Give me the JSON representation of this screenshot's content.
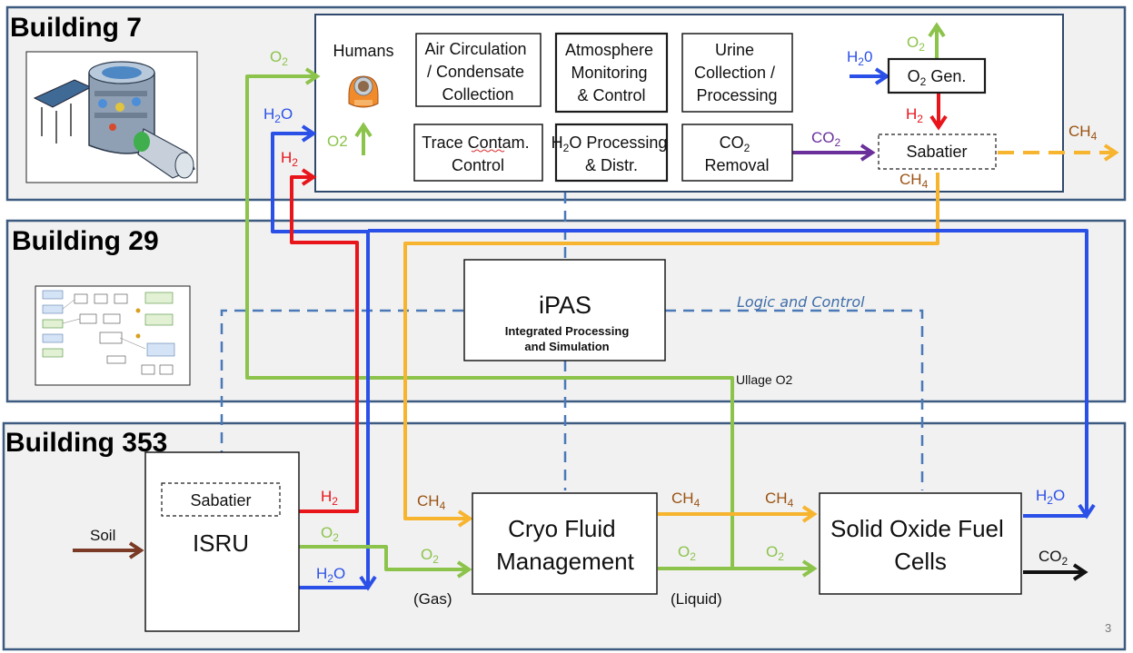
{
  "buildings": {
    "b7": "Building 7",
    "b29": "Building 29",
    "b353": "Building 353"
  },
  "humans": {
    "label": "Humans",
    "o2_label": "O2"
  },
  "systems": {
    "air": [
      "Air Circulation",
      "/ Condensate",
      "Collection"
    ],
    "atmo": [
      "Atmosphere",
      "Monitoring",
      "& Control"
    ],
    "urine": [
      "Urine",
      "Collection /",
      "Processing"
    ],
    "trace": [
      "Trace Contam.",
      "Control"
    ],
    "h2o_proc": [
      "H",
      "2",
      "O Processing",
      "& Distr."
    ],
    "co2": [
      "CO",
      "2",
      "Removal"
    ]
  },
  "o2gen": {
    "pre": "O",
    "sub": "2",
    "post": " Gen."
  },
  "sabatier": "Sabatier",
  "ipas": {
    "title": "iPAS",
    "sub1": "Integrated Processing",
    "sub2": "and Simulation"
  },
  "logic_control": "Logic and Control",
  "ullage": "Ullage O2",
  "isru": {
    "title": "ISRU",
    "sabatier": "Sabatier"
  },
  "soil": "Soil",
  "cryo": [
    "Cryo Fluid",
    "Management"
  ],
  "sofc": [
    "Solid Oxide Fuel",
    "Cells"
  ],
  "gas": "(Gas)",
  "liquid": "(Liquid)",
  "page_number": "3",
  "species": {
    "o2": {
      "base": "O",
      "sub": "2"
    },
    "h2o": {
      "base": "H",
      "sub": "2",
      "tail": "O"
    },
    "h2": {
      "base": "H",
      "sub": "2"
    },
    "co2": {
      "base": "CO",
      "sub": "2"
    },
    "ch4": {
      "base": "CH",
      "sub": "4"
    },
    "h20": {
      "base": "H",
      "sub": "2",
      "tail": "0"
    }
  },
  "colors": {
    "o2": "#8cc34b",
    "h2o": "#2b50e8",
    "h2": "#e8151b",
    "ch4": "#f7b42e",
    "co2": "#6a2f9b",
    "soil": "#7a3a25",
    "ch4_text": "#9b5212",
    "logic": "#4a79b8"
  }
}
